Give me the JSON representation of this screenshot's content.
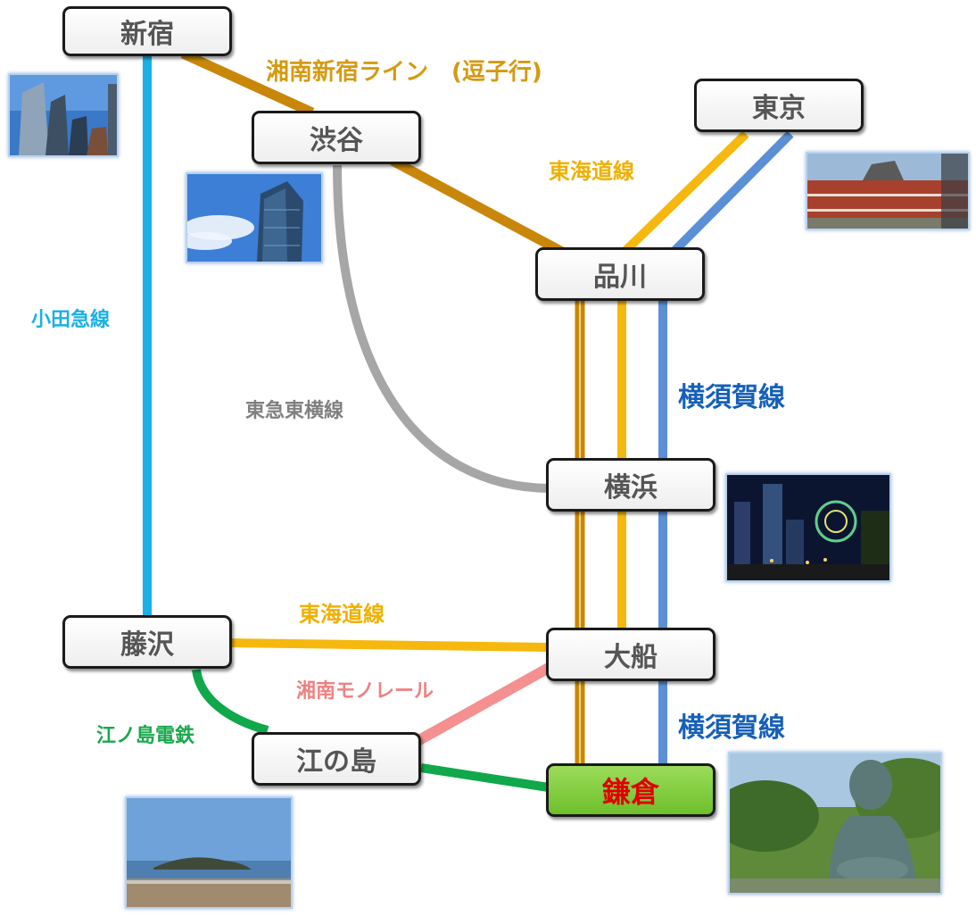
{
  "stations": {
    "shinjuku": "新宿",
    "shibuya": "渋谷",
    "tokyo": "東京",
    "shinagawa": "品川",
    "yokohama": "横浜",
    "fujisawa": "藤沢",
    "ofuna": "大船",
    "enoshima": "江の島",
    "kamakura": "鎌倉"
  },
  "lines": {
    "shonan_shinjuku": "湘南新宿ライン　(逗子行)",
    "tokaido_upper": "東海道線",
    "tokaido_lower": "東海道線",
    "yokosuka_upper": "横須賀線",
    "yokosuka_lower": "横須賀線",
    "odakyu": "小田急線",
    "toyoko": "東急東横線",
    "enoden": "江ノ島電鉄",
    "monorail": "湘南モノレール"
  },
  "line_colors": {
    "shonan_shinjuku": "#c8870a",
    "tokaido": "#f6b80e",
    "yokosuka": "#5b8fd6",
    "odakyu": "#19b0e6",
    "toyoko": "#a6a6a6",
    "enoden": "#10a84a",
    "monorail": "#f59090"
  },
  "photos": [
    {
      "name": "shinjuku-skyscrapers-photo",
      "subject": "skyscrapers"
    },
    {
      "name": "shibuya-tower-photo",
      "subject": "glass tower"
    },
    {
      "name": "tokyo-station-photo",
      "subject": "red brick station"
    },
    {
      "name": "yokohama-night-photo",
      "subject": "night skyline"
    },
    {
      "name": "enoshima-island-photo",
      "subject": "island and beach"
    },
    {
      "name": "kamakura-buddha-photo",
      "subject": "great buddha"
    }
  ]
}
